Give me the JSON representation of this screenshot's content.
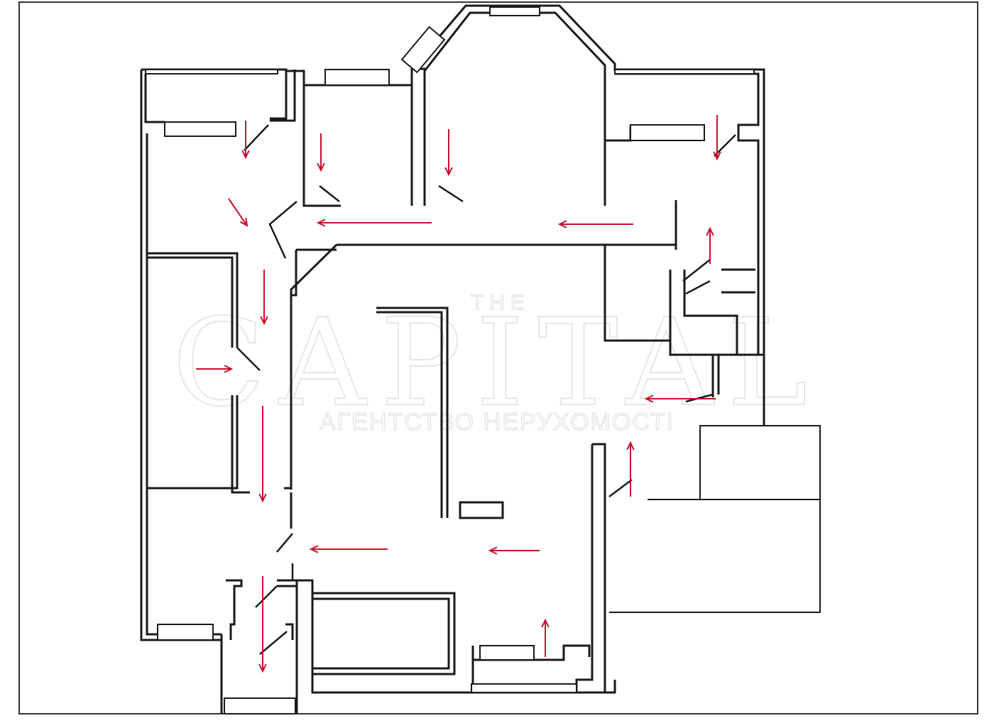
{
  "watermark": {
    "top": "THE",
    "title": "CAPITAL",
    "subtitle": "АГЕНТСТВО НЕРУХОМОСТІ"
  },
  "colors": {
    "walls": "#1a1a1a",
    "arrows": "#c8102e",
    "watermark": "#e6e6e6"
  }
}
